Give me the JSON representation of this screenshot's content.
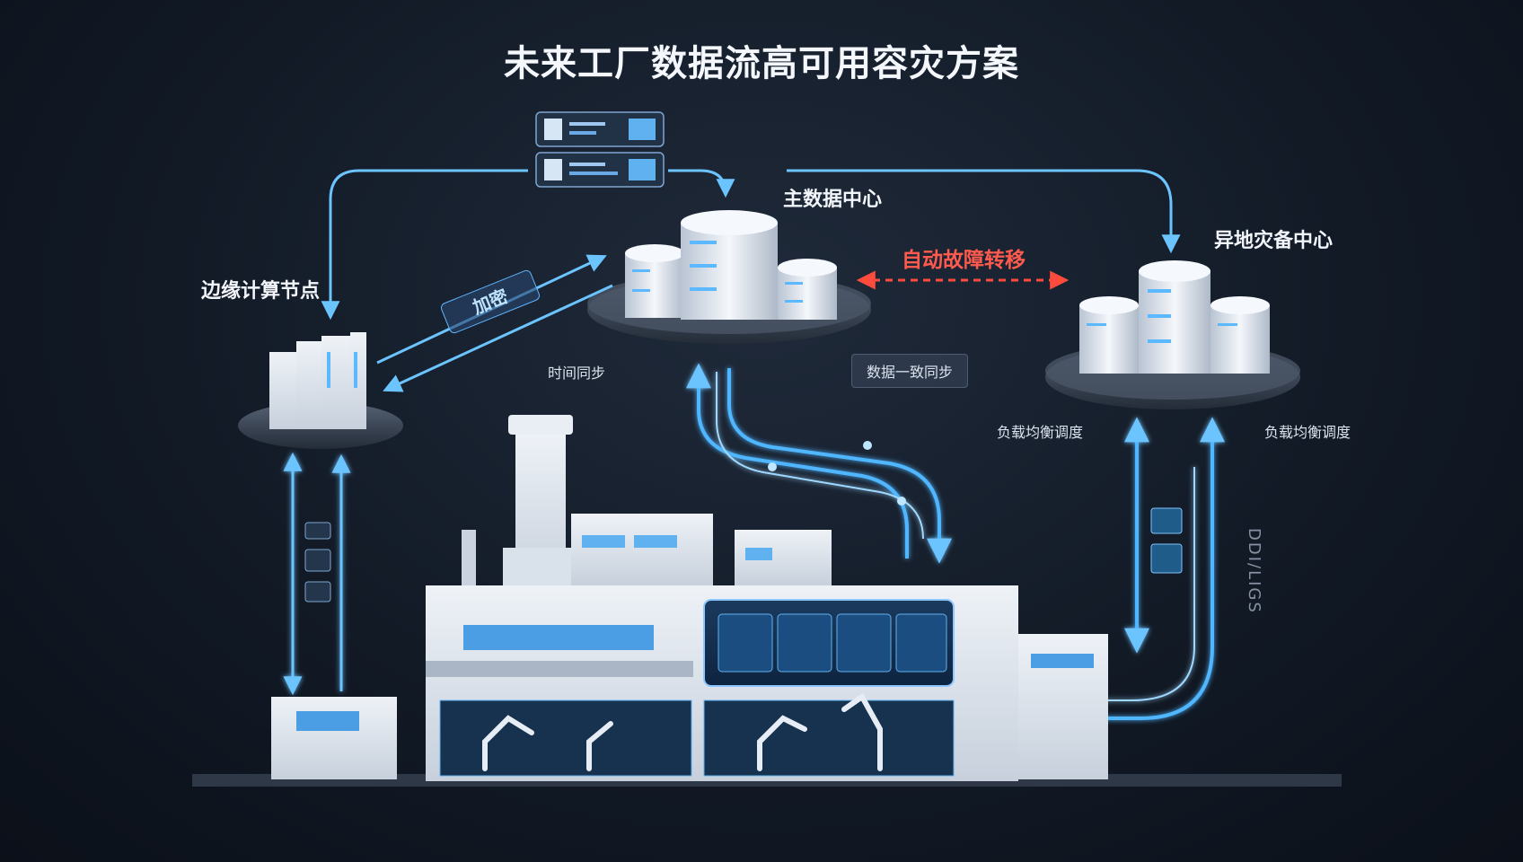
{
  "title": "未来工厂数据流高可用容灾方案",
  "nodes": {
    "primary": "主数据中心",
    "backup": "异地灾备中心",
    "edge": "边缘计算节点"
  },
  "links": {
    "failover": "自动故障转移",
    "edge_badge": "加密",
    "time_sync": "时间同步",
    "consistency_sync": "数据一致同步",
    "load_balance_left": "负载均衡调度",
    "load_balance_right": "负载均衡调度",
    "side_vertical": "DDI/LIGS"
  },
  "colors": {
    "flow": "#4fb6ff",
    "flow_glow": "#9fd8ff",
    "failover": "#ff4b3e",
    "platform": "#3a4556",
    "building": "#dfe6ef"
  },
  "icons": [
    "server-stack-icon",
    "robot-arm-icon",
    "dashboard-screen-icon",
    "data-panel-icon"
  ]
}
